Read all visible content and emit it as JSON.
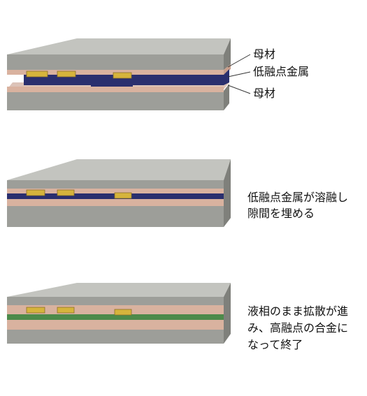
{
  "labels": {
    "base_top": "母材",
    "filler": "低融点金属",
    "base_bottom": "母材"
  },
  "captions": {
    "step2_line1": "低融点金属が溶融し",
    "step2_line2": "隙間を埋める",
    "step3_line1": "液相のまま拡散が進",
    "step3_line2": "み、高融点の合金に",
    "step3_line3": "なって終了"
  },
  "colors": {
    "base_front": "#9d9e99",
    "base_top": "#c3c4bf",
    "base_side": "#7f807b",
    "copper": "#d9b29f",
    "gold": "#d6b43c",
    "filler_solid": "#2a2f6e",
    "filler_alloy": "#4d8a4a",
    "leader": "#333333"
  }
}
